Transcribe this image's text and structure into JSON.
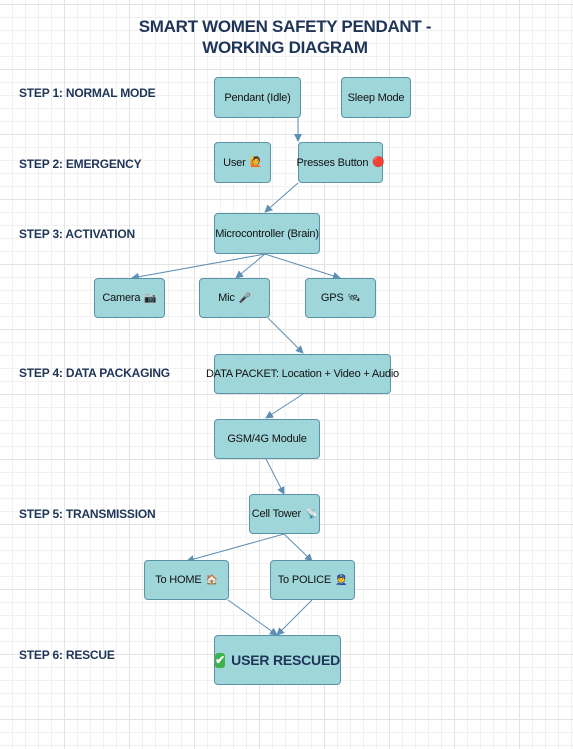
{
  "title": {
    "line1": "SMART WOMEN SAFETY PENDANT -",
    "line2": "WORKING DIAGRAM"
  },
  "steps": [
    "STEP 1: NORMAL MODE",
    "STEP 2: EMERGENCY",
    "STEP 3: ACTIVATION",
    "STEP 4: DATA PACKAGING",
    "STEP 5: TRANSMISSION",
    "STEP 6: RESCUE"
  ],
  "nodes": {
    "pendant": "Pendant (Idle)",
    "sleep": "Sleep Mode",
    "user": "User",
    "user_emoji": "🙋",
    "presses": "Presses Button",
    "presses_emoji": "🔴",
    "micro": "Microcontroller (Brain)",
    "camera": "Camera",
    "camera_emoji": "📷",
    "mic": "Mic",
    "mic_emoji": "🎤",
    "gps": "GPS",
    "gps_emoji": "🛰",
    "packet": "DATA PACKET: Location + Video + Audio",
    "gsm": "GSM/4G Module",
    "tower": "Cell Tower",
    "tower_emoji": "📡",
    "home": "To HOME",
    "home_emoji": "🏠",
    "police": "To POLICE",
    "police_emoji": "👮",
    "rescued": "USER RESCUED",
    "rescued_icon": "✔"
  },
  "colors": {
    "node_fill": "#9fd6da",
    "node_border": "#5a93a8",
    "edge": "#5d8fb3",
    "heading": "#1e3557",
    "check": "#3fb24a"
  }
}
